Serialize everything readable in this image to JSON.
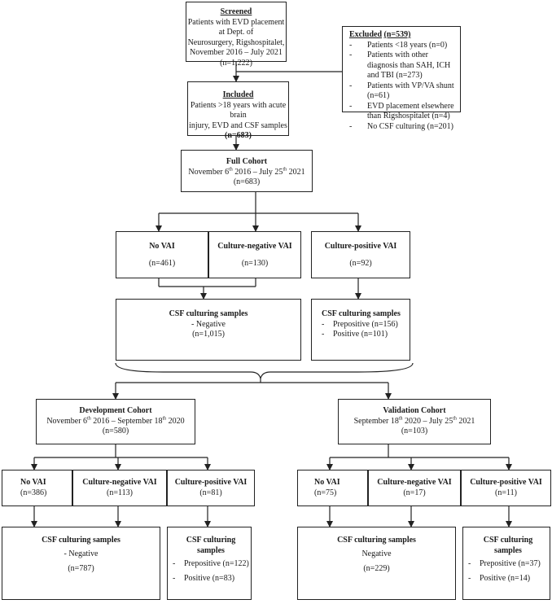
{
  "screened": {
    "title": "Screened",
    "lines": [
      "Patients with EVD placement at Dept. of",
      "Neurosurgery, Rigshospitalet,",
      "November 2016 – July 2021",
      "(n=1,222)"
    ]
  },
  "excluded": {
    "title": "Excluded",
    "count": "(n=539)",
    "items": [
      "Patients <18 years (n=0)",
      "Patients with other diagnosis than SAH, ICH and TBI (n=273)",
      "Patients with VP/VA shunt (n=61)",
      "EVD placement elsewhere than Rigshospitalet (n=4)",
      "No CSF culturing (n=201)"
    ]
  },
  "included": {
    "title": "Included",
    "lines": [
      "Patients >18 years with acute brain",
      "injury, EVD and CSF samples"
    ],
    "count": "(n=683)"
  },
  "full_cohort": {
    "title": "Full Cohort",
    "d1": "November 6",
    "s1": "th",
    "d2": " 2016 – July 25",
    "s2": "th",
    "d3": " 2021",
    "count": "(n=683)"
  },
  "full_groups": [
    {
      "label": "No VAI",
      "count": "(n=461)"
    },
    {
      "label": "Culture-negative VAI",
      "count": "(n=130)"
    },
    {
      "label": "Culture-positive VAI",
      "count": "(n=92)"
    }
  ],
  "full_samples_neg": {
    "title": "CSF culturing samples",
    "line": "- Negative",
    "count": "(n=1,015)"
  },
  "full_samples_pos": {
    "title": "CSF culturing samples",
    "items": [
      "Prepositive (n=156)",
      "Positive (n=101)"
    ]
  },
  "dev_cohort": {
    "title": "Development Cohort",
    "d1": "November 6",
    "s1": "th",
    "d2": " 2016 – September 18",
    "s2": "th",
    "d3": " 2020",
    "count": "(n=580)"
  },
  "val_cohort": {
    "title": "Validation Cohort",
    "d1": "September 18",
    "s1": "th",
    "d2": " 2020 – July 25",
    "s2": "th",
    "d3": " 2021",
    "count": "(n=103)"
  },
  "dev_groups": [
    {
      "label": "No VAI",
      "count": "(n=386)"
    },
    {
      "label": "Culture-negative VAI",
      "count": "(n=113)"
    },
    {
      "label": "Culture-positive VAI",
      "count": "(n=81)"
    }
  ],
  "val_groups": [
    {
      "label": "No VAI",
      "count": "(n=75)"
    },
    {
      "label": "Culture-negative VAI",
      "count": "(n=17)"
    },
    {
      "label": "Culture-positive VAI",
      "count": "(n=11)"
    }
  ],
  "dev_samples_neg": {
    "title": "CSF culturing samples",
    "line": "- Negative",
    "count": "(n=787)"
  },
  "dev_samples_pos": {
    "title1": "CSF culturing",
    "title2": "samples",
    "items": [
      "Prepositive (n=122)",
      "Positive (n=83)"
    ]
  },
  "val_samples_neg": {
    "title": "CSF culturing samples",
    "line": "Negative",
    "count": "(n=229)"
  },
  "val_samples_pos": {
    "title1": "CSF culturing",
    "title2": "samples",
    "items": [
      "Prepositive (n=37)",
      "Positive (n=14)"
    ]
  }
}
